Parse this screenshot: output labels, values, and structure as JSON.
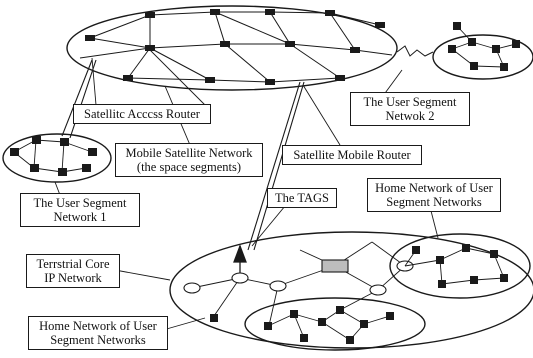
{
  "labels": {
    "access_router": [
      "Satellitc Acccss Router"
    ],
    "user_seg_2": [
      "The User Segment",
      "Netwok 2"
    ],
    "mobile_satellite": [
      "Mobile Satellite Network",
      "(the space segments)"
    ],
    "satellite_mobile_router": [
      "Satellite Mobile Router"
    ],
    "user_seg_1": [
      "The User Segment",
      "Network 1"
    ],
    "tags": [
      "The TAGS"
    ],
    "home_net_right": [
      "Home Network of User",
      "Segment Networks"
    ],
    "terrestrial_core": [
      "Terrstrial Core",
      "IP Network"
    ],
    "home_net_bottom": [
      "Home Network of User",
      "Segment Networks"
    ]
  },
  "colors": {
    "ink": "#1a1a1a",
    "background": "#ffffff"
  }
}
